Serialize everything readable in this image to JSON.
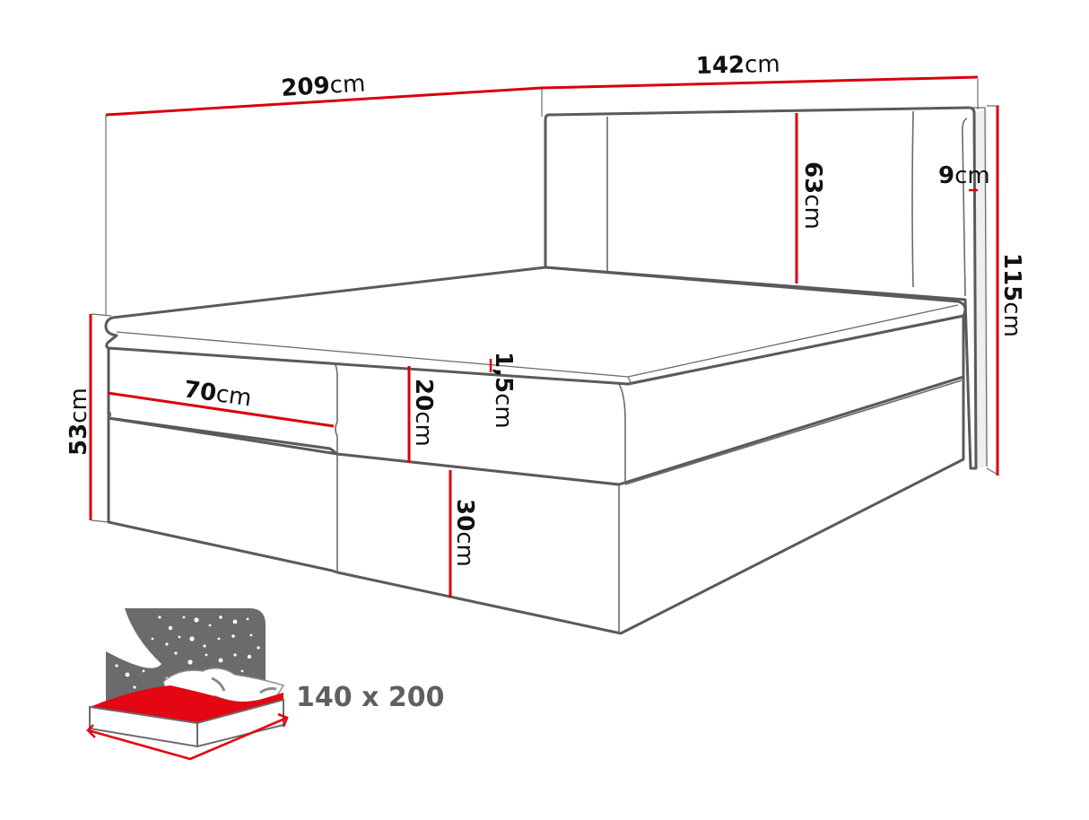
{
  "diagram": {
    "subject": "Boxspring bed with upholstered headboard and mattress topper",
    "colors": {
      "dimension_line": "#d9000d",
      "outline": "#5a5a5a",
      "text": "#111111",
      "icon_gray": "#6b6b6b",
      "icon_red": "#e30613",
      "background": "#ffffff"
    },
    "dimensions": {
      "length": {
        "value": "209",
        "unit": "cm",
        "label": "Total length"
      },
      "width": {
        "value": "142",
        "unit": "cm",
        "label": "Total width"
      },
      "headboard_panel_height": {
        "value": "63",
        "unit": "cm",
        "label": "Headboard panel height"
      },
      "headboard_thickness": {
        "value": "9",
        "unit": "cm",
        "label": "Headboard thickness"
      },
      "total_height": {
        "value": "115",
        "unit": "cm",
        "label": "Total height"
      },
      "bed_height": {
        "value": "53",
        "unit": "cm",
        "label": "Height to top of topper"
      },
      "mattress_section_width": {
        "value": "70",
        "unit": "cm",
        "label": "Mattress section width"
      },
      "topper_thickness": {
        "value": "1,5",
        "unit": "cm",
        "label": "Topper thickness"
      },
      "mattress_height": {
        "value": "20",
        "unit": "cm",
        "label": "Mattress height"
      },
      "base_height": {
        "value": "30",
        "unit": "cm",
        "label": "Box base height"
      }
    },
    "sleeping_area": {
      "label": "140 x 200",
      "icon": "bed-night-icon"
    }
  }
}
